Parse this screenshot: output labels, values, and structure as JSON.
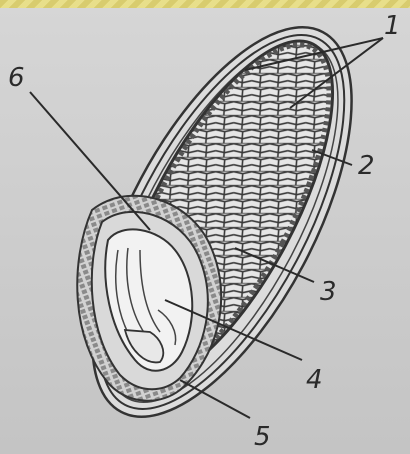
{
  "diagram": {
    "labels": [
      {
        "id": "label-1",
        "text": "1"
      },
      {
        "id": "label-2",
        "text": "2"
      },
      {
        "id": "label-3",
        "text": "3"
      },
      {
        "id": "label-4",
        "text": "4"
      },
      {
        "id": "label-5",
        "text": "5"
      },
      {
        "id": "label-6",
        "text": "6"
      }
    ],
    "colors": {
      "background": "#c9c9c9",
      "ink": "#2a2a2a",
      "cell_fill": "#e6e6e6",
      "accent_strip": "#e0d57c"
    }
  }
}
